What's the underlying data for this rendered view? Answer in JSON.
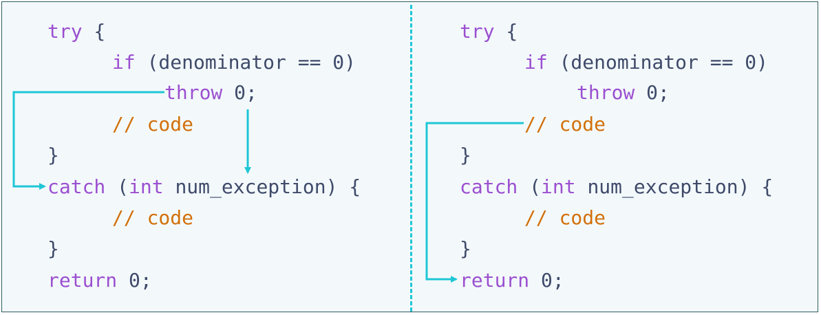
{
  "left_panel": {
    "lines": [
      {
        "name": "try-line",
        "parts": [
          {
            "t": "try",
            "c": "kw"
          },
          {
            "t": " {",
            "c": "pl"
          }
        ]
      },
      {
        "name": "if-line",
        "parts": [
          {
            "t": "if",
            "c": "kw"
          },
          {
            "t": " (denominator == 0)",
            "c": "pl"
          }
        ]
      },
      {
        "name": "throw-line",
        "parts": [
          {
            "t": "throw",
            "c": "kw"
          },
          {
            "t": " 0;",
            "c": "pl"
          }
        ]
      },
      {
        "name": "comment-line",
        "parts": [
          {
            "t": "// code",
            "c": "cm"
          }
        ]
      },
      {
        "name": "close-brace-line",
        "parts": [
          {
            "t": "}",
            "c": "pl"
          }
        ]
      },
      {
        "name": "catch-line",
        "parts": [
          {
            "t": "catch",
            "c": "kw"
          },
          {
            "t": " (",
            "c": "pl"
          },
          {
            "t": "int",
            "c": "kw"
          },
          {
            "t": " num_exception) {",
            "c": "pl"
          }
        ]
      },
      {
        "name": "catch-comment-line",
        "parts": [
          {
            "t": "// code",
            "c": "cm"
          }
        ]
      },
      {
        "name": "catch-close-line",
        "parts": [
          {
            "t": "}",
            "c": "pl"
          }
        ]
      },
      {
        "name": "return-line",
        "parts": [
          {
            "t": "return",
            "c": "kw"
          },
          {
            "t": " 0;",
            "c": "pl"
          }
        ]
      }
    ]
  },
  "right_panel": {
    "lines": [
      {
        "name": "try-line",
        "parts": [
          {
            "t": "try",
            "c": "kw"
          },
          {
            "t": " {",
            "c": "pl"
          }
        ]
      },
      {
        "name": "if-line",
        "parts": [
          {
            "t": "if",
            "c": "kw"
          },
          {
            "t": " (denominator == 0)",
            "c": "pl"
          }
        ]
      },
      {
        "name": "throw-line",
        "parts": [
          {
            "t": "throw",
            "c": "kw"
          },
          {
            "t": " 0;",
            "c": "pl"
          }
        ]
      },
      {
        "name": "comment-line",
        "parts": [
          {
            "t": "// code",
            "c": "cm"
          }
        ]
      },
      {
        "name": "close-brace-line",
        "parts": [
          {
            "t": "}",
            "c": "pl"
          }
        ]
      },
      {
        "name": "catch-line",
        "parts": [
          {
            "t": "catch",
            "c": "kw"
          },
          {
            "t": " (",
            "c": "pl"
          },
          {
            "t": "int",
            "c": "kw"
          },
          {
            "t": " num_exception) {",
            "c": "pl"
          }
        ]
      },
      {
        "name": "catch-comment-line",
        "parts": [
          {
            "t": "// code",
            "c": "cm"
          }
        ]
      },
      {
        "name": "catch-close-line",
        "parts": [
          {
            "t": "}",
            "c": "pl"
          }
        ]
      },
      {
        "name": "return-line",
        "parts": [
          {
            "t": "return",
            "c": "kw"
          },
          {
            "t": " 0;",
            "c": "pl"
          }
        ]
      }
    ]
  },
  "colors": {
    "keyword": "#9b4fd0",
    "comment": "#d2700b",
    "plain": "#3f4a6a",
    "arrow": "#1ec6d6"
  }
}
